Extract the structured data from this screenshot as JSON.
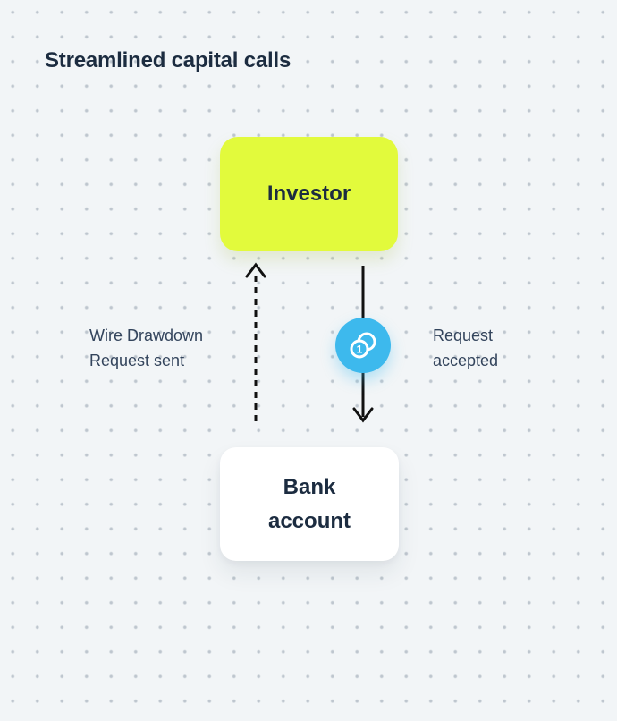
{
  "page": {
    "background_color": "#F2F5F7",
    "dot_grid_color": "#96A1AE"
  },
  "title": "Streamlined capital calls",
  "diagram": {
    "nodes": [
      {
        "id": "investor",
        "label": "Investor",
        "fill_color": "#E2FA3C"
      },
      {
        "id": "bank-account",
        "label": "Bank account",
        "fill_color": "#FFFFFF"
      }
    ],
    "edges": [
      {
        "id": "wire-drawdown",
        "label": "Wire Drawdown Request sent",
        "style": "dashed",
        "direction": "up",
        "color": "#111111"
      },
      {
        "id": "request-accepted",
        "label": "Request accepted",
        "style": "solid",
        "direction": "down",
        "color": "#111111"
      }
    ],
    "badge": {
      "icon": "coin-icon",
      "coin_number": "1",
      "color": "#3DB9ED"
    }
  }
}
